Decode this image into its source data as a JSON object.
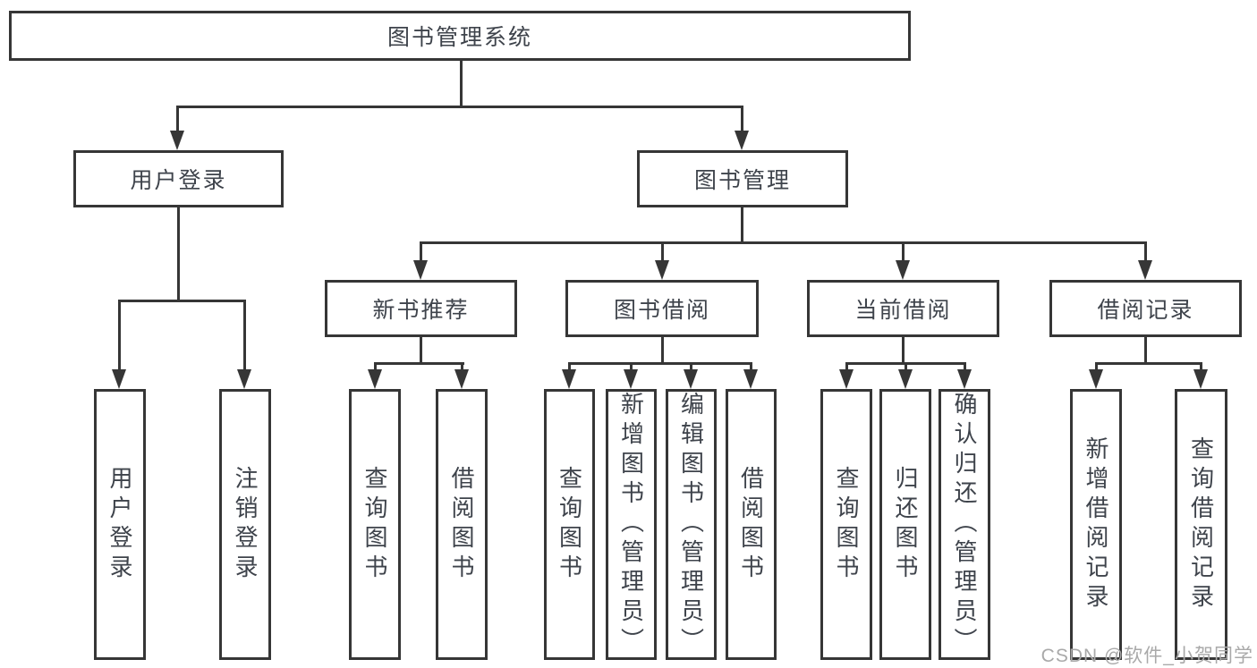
{
  "watermark": "CSDN @软件_小贺同学",
  "colors": {
    "line": "#363636",
    "box_border": "#363636",
    "text": "#3e434b",
    "watermark": "#a9a9a9",
    "background": "#ffffff"
  },
  "tree": {
    "root": {
      "label": "图书管理系统",
      "children": [
        {
          "label": "用户登录",
          "children": [
            {
              "label": "用户登录"
            },
            {
              "label": "注销登录"
            }
          ]
        },
        {
          "label": "图书管理",
          "children": [
            {
              "label": "新书推荐",
              "children": [
                {
                  "label": "查询图书"
                },
                {
                  "label": "借阅图书"
                }
              ]
            },
            {
              "label": "图书借阅",
              "children": [
                {
                  "label": "查询图书"
                },
                {
                  "label": "新增图书（管理员）"
                },
                {
                  "label": "编辑图书（管理员）"
                },
                {
                  "label": "借阅图书"
                }
              ]
            },
            {
              "label": "当前借阅",
              "children": [
                {
                  "label": "查询图书"
                },
                {
                  "label": "归还图书"
                },
                {
                  "label": "确认归还（管理员）"
                }
              ]
            },
            {
              "label": "借阅记录",
              "children": [
                {
                  "label": "新增借阅记录"
                },
                {
                  "label": "查询借阅记录"
                }
              ]
            }
          ]
        }
      ]
    }
  }
}
